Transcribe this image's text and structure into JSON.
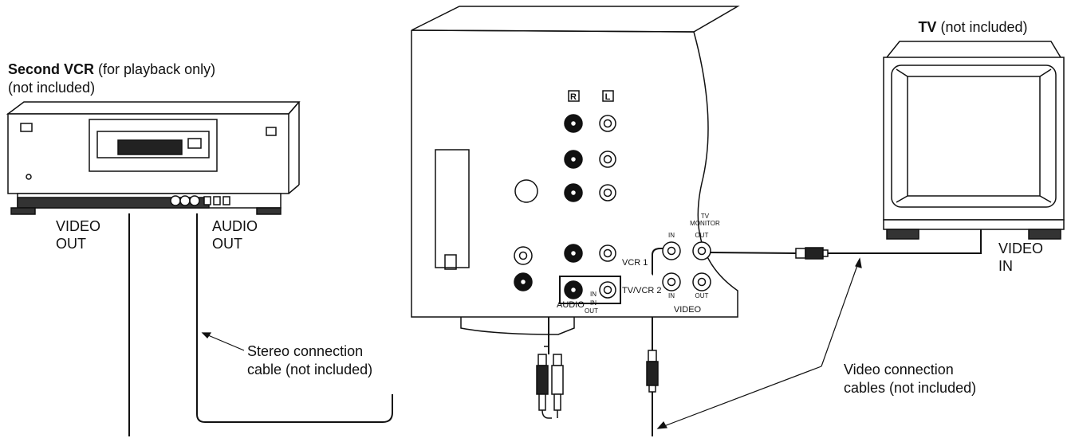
{
  "second_vcr": {
    "name": "Second VCR",
    "note": "(for playback only)",
    "note2": "(not included)",
    "video_out_1": "VIDEO",
    "video_out_2": "OUT",
    "audio_out_1": "AUDIO",
    "audio_out_2": "OUT"
  },
  "tv": {
    "name": "TV",
    "note": "(not included)",
    "video_in_1": "VIDEO",
    "video_in_2": "IN"
  },
  "panel": {
    "r_label": "R",
    "l_label": "L",
    "tvvcr2": "TV/VCR 2",
    "in": "IN",
    "out": "OUT",
    "vcr1": "VCR 1",
    "audio": "AUDIO",
    "video": "VIDEO",
    "tv_monitor_1": "TV",
    "tv_monitor_2": "MONITOR"
  },
  "callouts": {
    "stereo_1": "Stereo connection",
    "stereo_2": "cable (not included)",
    "video_1": "Video connection",
    "video_2": "cables (not included)"
  }
}
